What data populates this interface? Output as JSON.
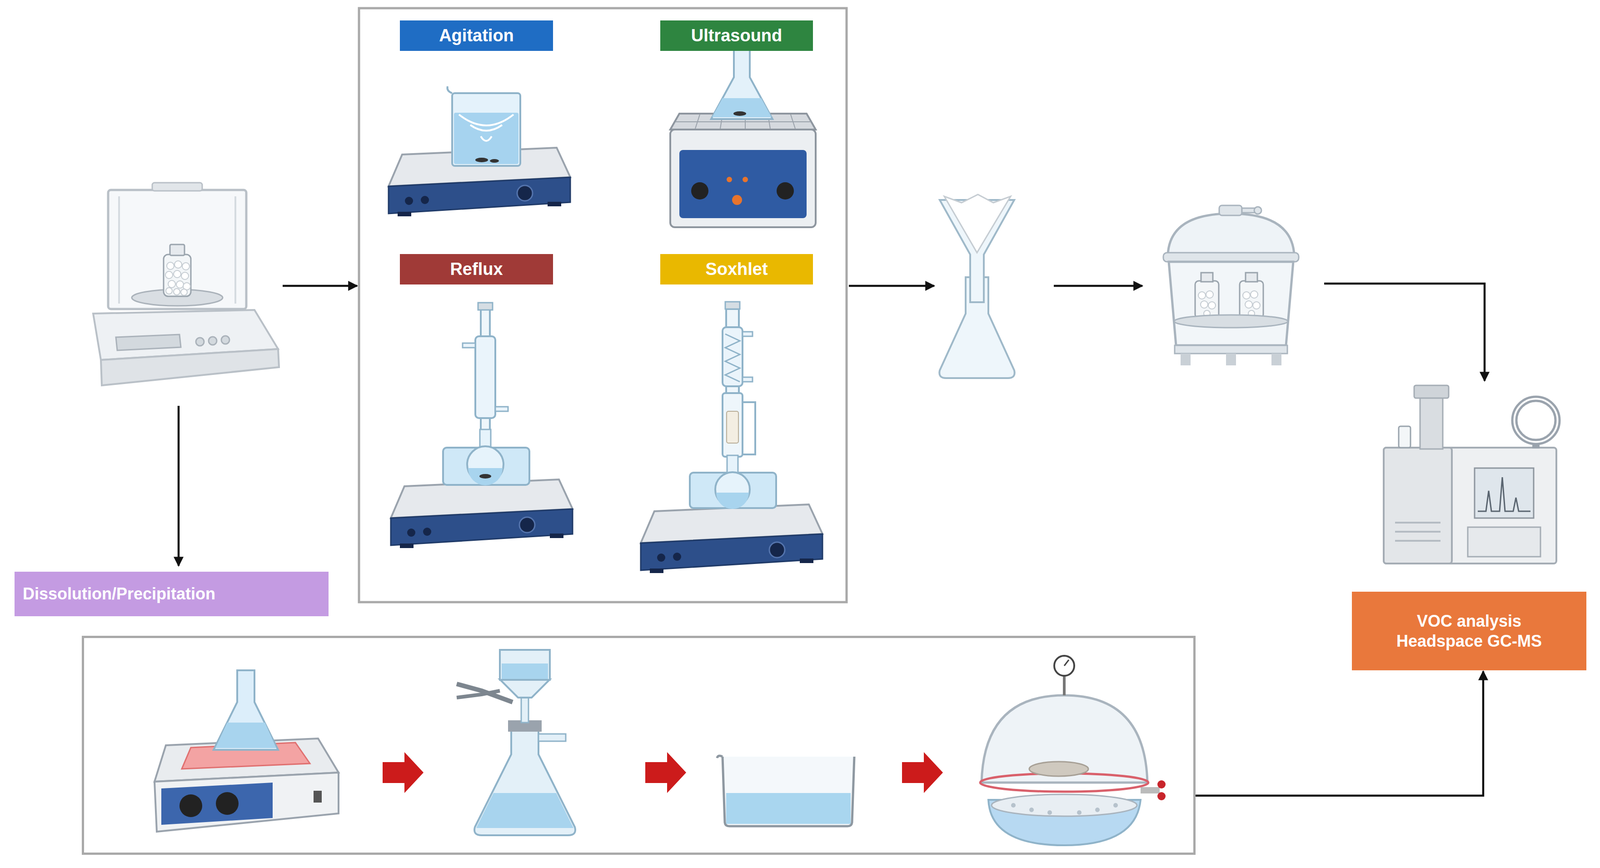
{
  "diagram": {
    "nodes": [
      {
        "text": [
          "Agitation"
        ]
      },
      {
        "text": [
          "Ultrasound"
        ]
      },
      {
        "text": [
          "Reflux"
        ]
      },
      {
        "text": [
          "Soxhlet"
        ]
      },
      {
        "text": [
          "Dissolution/Precipitation"
        ]
      },
      {
        "text": [
          "VOC analysis Headspace GC-MS"
        ]
      }
    ],
    "edges": [
      {
        "from": 4,
        "to": 5,
        "arrow": "to"
      }
    ]
  }
}
